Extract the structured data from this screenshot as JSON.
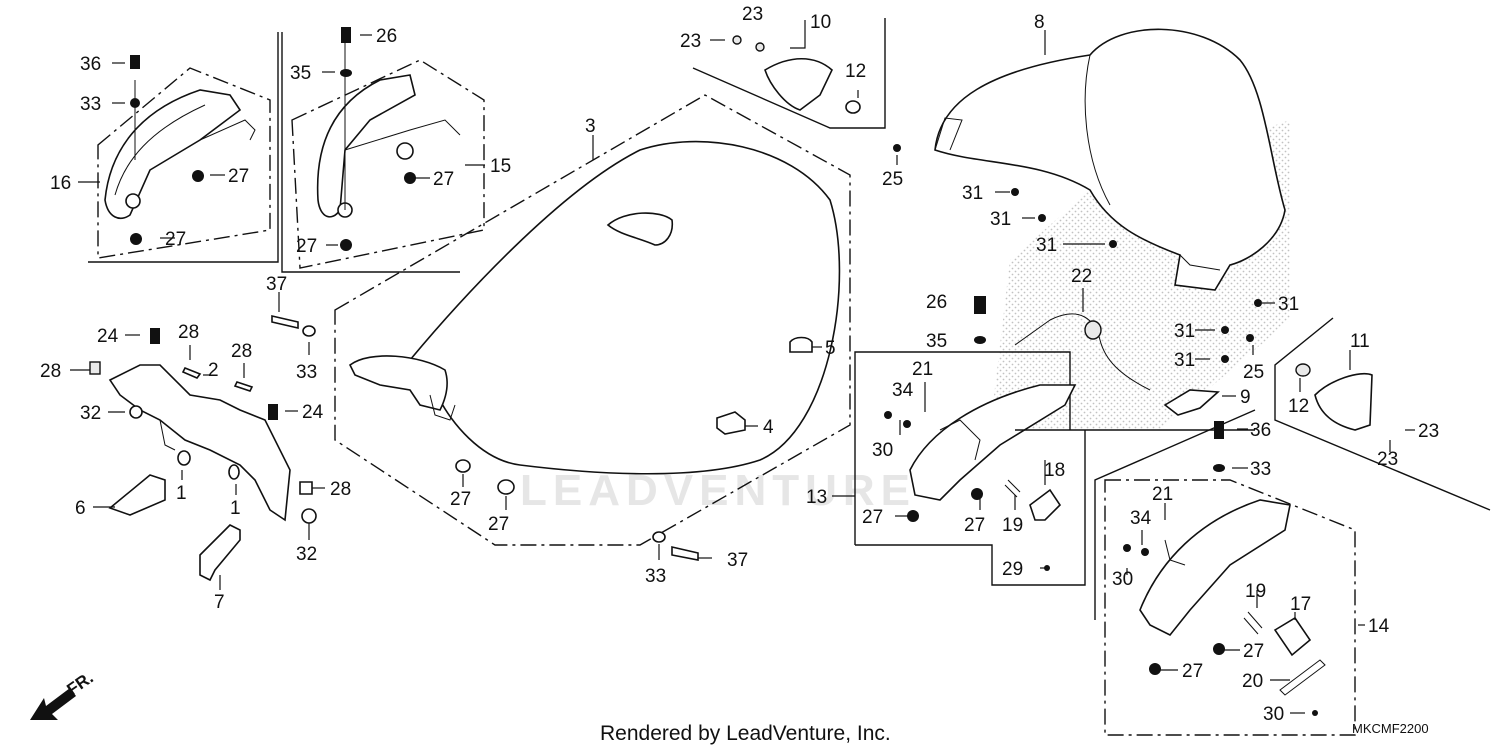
{
  "callouts": [
    {
      "id": "c36a",
      "text": "36"
    },
    {
      "id": "c33a",
      "text": "33"
    },
    {
      "id": "c16",
      "text": "16"
    },
    {
      "id": "c27a",
      "text": "27"
    },
    {
      "id": "c27b",
      "text": "27"
    },
    {
      "id": "c26a",
      "text": "26"
    },
    {
      "id": "c35a",
      "text": "35"
    },
    {
      "id": "c15",
      "text": "15"
    },
    {
      "id": "c27c",
      "text": "27"
    },
    {
      "id": "c27d",
      "text": "27"
    },
    {
      "id": "c23a",
      "text": "23"
    },
    {
      "id": "c23b",
      "text": "23"
    },
    {
      "id": "c10",
      "text": "10"
    },
    {
      "id": "c12a",
      "text": "12"
    },
    {
      "id": "c8",
      "text": "8"
    },
    {
      "id": "c3",
      "text": "3"
    },
    {
      "id": "c25a",
      "text": "25"
    },
    {
      "id": "c31a",
      "text": "31"
    },
    {
      "id": "c31b",
      "text": "31"
    },
    {
      "id": "c31c",
      "text": "31"
    },
    {
      "id": "c31d",
      "text": "31"
    },
    {
      "id": "c31e",
      "text": "31"
    },
    {
      "id": "c31f",
      "text": "31"
    },
    {
      "id": "c22",
      "text": "22"
    },
    {
      "id": "c26b",
      "text": "26"
    },
    {
      "id": "c35b",
      "text": "35"
    },
    {
      "id": "c25b",
      "text": "25"
    },
    {
      "id": "c11",
      "text": "11"
    },
    {
      "id": "c12b",
      "text": "12"
    },
    {
      "id": "c23c",
      "text": "23"
    },
    {
      "id": "c23d",
      "text": "23"
    },
    {
      "id": "c37a",
      "text": "37"
    },
    {
      "id": "c33b",
      "text": "33"
    },
    {
      "id": "c5",
      "text": "5"
    },
    {
      "id": "c4",
      "text": "4"
    },
    {
      "id": "c24a",
      "text": "24"
    },
    {
      "id": "c28a",
      "text": "28"
    },
    {
      "id": "c28b",
      "text": "28"
    },
    {
      "id": "c28c",
      "text": "28"
    },
    {
      "id": "c2",
      "text": "2"
    },
    {
      "id": "c32a",
      "text": "32"
    },
    {
      "id": "c24b",
      "text": "24"
    },
    {
      "id": "c1a",
      "text": "1"
    },
    {
      "id": "c1b",
      "text": "1"
    },
    {
      "id": "c6",
      "text": "6"
    },
    {
      "id": "c28d",
      "text": "28"
    },
    {
      "id": "c32b",
      "text": "32"
    },
    {
      "id": "c7",
      "text": "7"
    },
    {
      "id": "c27e",
      "text": "27"
    },
    {
      "id": "c27f",
      "text": "27"
    },
    {
      "id": "c33c",
      "text": "33"
    },
    {
      "id": "c37b",
      "text": "37"
    },
    {
      "id": "c21a",
      "text": "21"
    },
    {
      "id": "c34a",
      "text": "34"
    },
    {
      "id": "c30a",
      "text": "30"
    },
    {
      "id": "c9",
      "text": "9"
    },
    {
      "id": "c36b",
      "text": "36"
    },
    {
      "id": "c18",
      "text": "18"
    },
    {
      "id": "c13",
      "text": "13"
    },
    {
      "id": "c27g",
      "text": "27"
    },
    {
      "id": "c27h",
      "text": "27"
    },
    {
      "id": "c19a",
      "text": "19"
    },
    {
      "id": "c29",
      "text": "29"
    },
    {
      "id": "c33d",
      "text": "33"
    },
    {
      "id": "c21b",
      "text": "21"
    },
    {
      "id": "c34b",
      "text": "34"
    },
    {
      "id": "c30b",
      "text": "30"
    },
    {
      "id": "c19b",
      "text": "19"
    },
    {
      "id": "c17",
      "text": "17"
    },
    {
      "id": "c14",
      "text": "14"
    },
    {
      "id": "c27i",
      "text": "27"
    },
    {
      "id": "c27j",
      "text": "27"
    },
    {
      "id": "c20",
      "text": "20"
    },
    {
      "id": "c30c",
      "text": "30"
    }
  ],
  "footer": {
    "rendered_by": "Rendered by LeadVenture, Inc.",
    "diagram_code": "MKCMF2200",
    "direction": "FR."
  },
  "watermark": "LEADVENTURE",
  "colors": {
    "ink": "#111111",
    "watermark": "#e6e6e6",
    "shade": "#cfcfcf"
  }
}
